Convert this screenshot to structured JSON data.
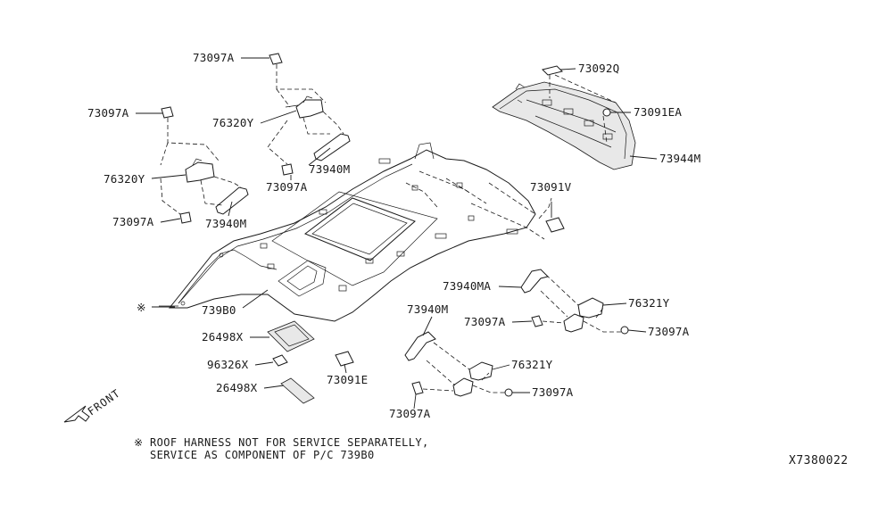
{
  "labels": {
    "clip_73097A_top": "73097A",
    "bracket_76320Y_upper": "76320Y",
    "grip_73940M_upper": "73940M",
    "clip_73097A_mid": "73097A",
    "clip_73097A_left_top": "73097A",
    "bracket_76320Y_left": "76320Y",
    "clip_73097A_left_bottom": "73097A",
    "grip_73940M_left": "73940M",
    "clip_73092Q": "73092Q",
    "clip_73091EA": "73091EA",
    "trim_73944M": "73944M",
    "pad_73091V": "73091V",
    "headlining_739B0": "739B0",
    "lamp_26498X_upper": "26498X",
    "lamp_96326X": "96326X",
    "lamp_26498X_lower": "26498X",
    "pad_73091E": "73091E",
    "grip_73940MA": "73940MA",
    "bracket_76321Y_upper": "76321Y",
    "clip_73097A_right_upper_left": "73097A",
    "clip_73097A_right_upper_right": "73097A",
    "grip_73940M_right": "73940M",
    "bracket_76321Y_lower": "76321Y",
    "clip_73097A_right_lower_right": "73097A",
    "clip_73097A_right_lower_left": "73097A"
  },
  "note": {
    "symbol": "※",
    "line1": "ROOF HARNESS NOT FOR SERVICE SEPARATELLY,",
    "line2": "SERVICE AS COMPONENT OF P/C 739B0"
  },
  "harness_marker": "※",
  "front_label": "FRONT",
  "diagram_code": "X7380022"
}
